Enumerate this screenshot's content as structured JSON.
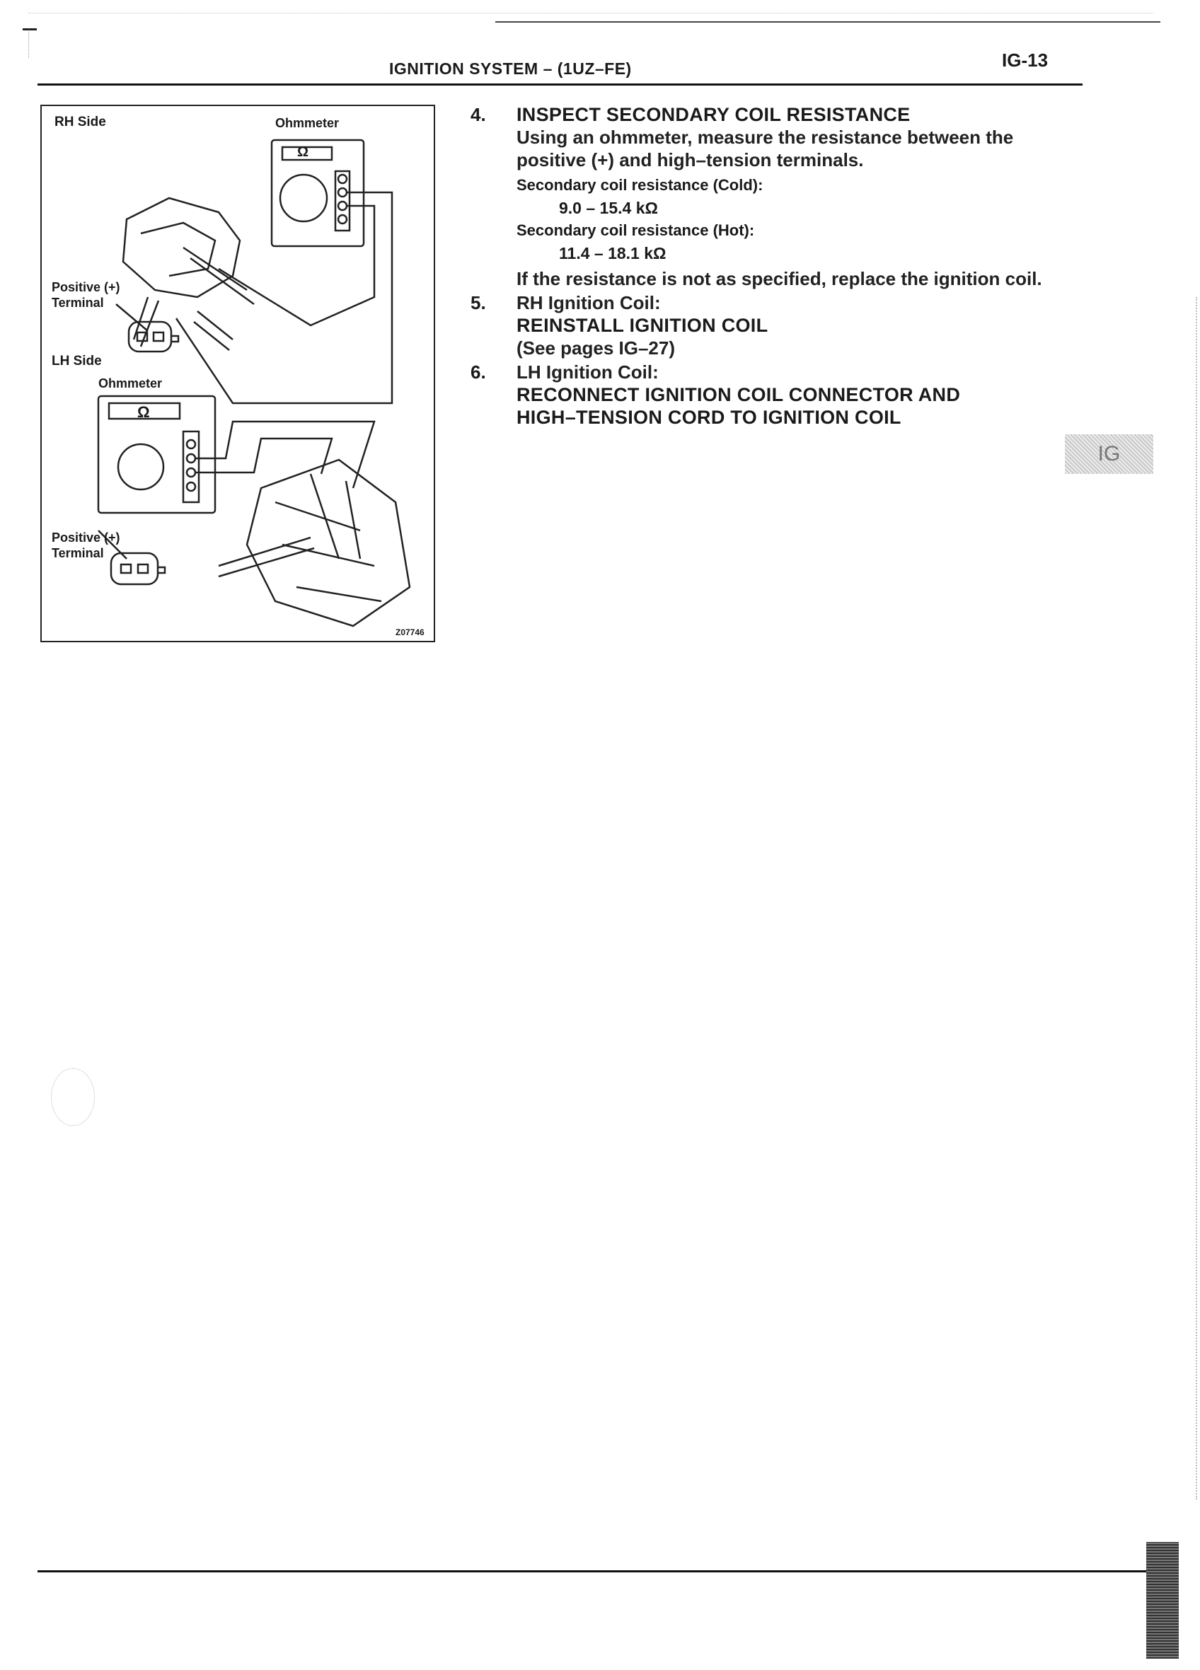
{
  "header": {
    "title": "IGNITION SYSTEM – (1UZ–FE)",
    "page_number": "IG-13"
  },
  "figure": {
    "rh_label": "RH Side",
    "rh_meter_label": "Ohmmeter",
    "rh_terminal_line1": "Positive (+)",
    "rh_terminal_line2": "Terminal",
    "lh_label": "LH Side",
    "lh_meter_label": "Ohmmeter",
    "lh_terminal_line1": "Positive (+)",
    "lh_terminal_line2": "Terminal",
    "code": "Z07746",
    "meter_symbol": "Ω"
  },
  "steps": [
    {
      "number": "4.",
      "heading": "INSPECT SECONDARY COIL RESISTANCE",
      "text": "Using an ohmmeter, measure the resistance between the positive (+) and high–tension terminals.",
      "spec1_label": "Secondary coil resistance (Cold):",
      "spec1_value": "9.0 – 15.4 kΩ",
      "spec2_label": "Secondary coil resistance (Hot):",
      "spec2_value": "11.4 – 18.1 kΩ",
      "note": "If the resistance is not as specified, replace the ignition coil."
    },
    {
      "number": "5.",
      "subject": "RH Ignition Coil:",
      "action": "REINSTALL IGNITION COIL",
      "reference": "(See pages IG–27)"
    },
    {
      "number": "6.",
      "subject": "LH Ignition Coil:",
      "action_line1": "RECONNECT IGNITION COIL CONNECTOR AND",
      "action_line2": "HIGH–TENSION CORD TO IGNITION COIL"
    }
  ],
  "section_tab": "IG"
}
